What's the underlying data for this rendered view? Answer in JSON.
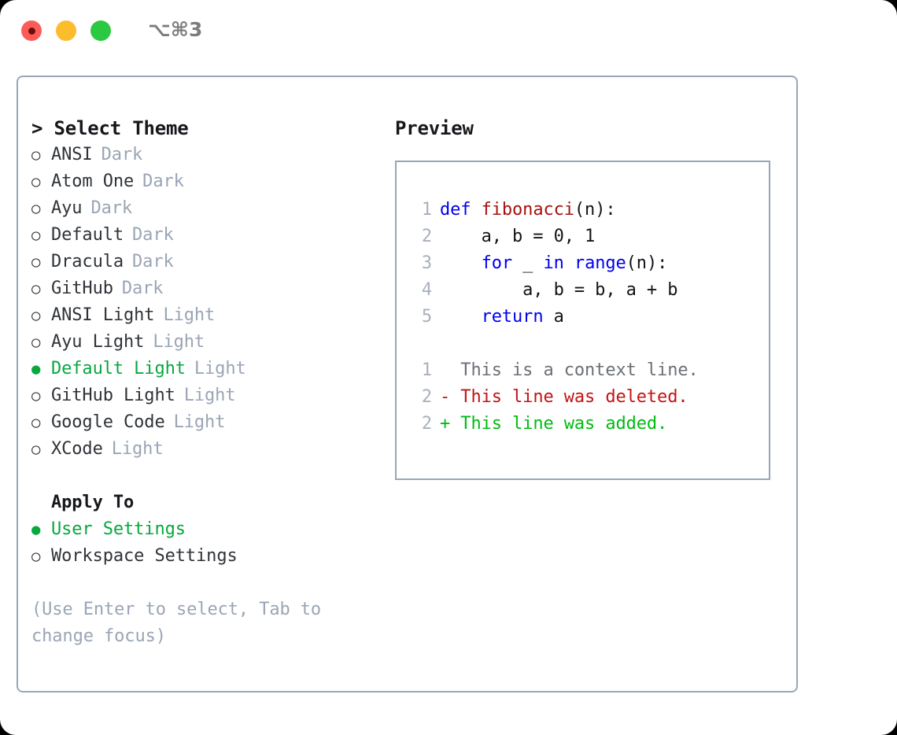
{
  "titlebar": {
    "shortcut": "⌥⌘3",
    "buttons": [
      {
        "name": "close",
        "color": "#fc5b57"
      },
      {
        "name": "minimize",
        "color": "#fdbc2c"
      },
      {
        "name": "maximize",
        "color": "#2bc941"
      }
    ]
  },
  "colors": {
    "accent_green": "#07a83e",
    "muted_gray": "#9aa5b5",
    "border": "#9aa5b8",
    "keyword_blue": "#0000ee",
    "function_red": "#a81111",
    "diff_delete": "#c21414",
    "diff_add": "#00bb11",
    "text": "#2f3338"
  },
  "theme_panel": {
    "header": "> Select Theme",
    "bullet_selected": "●",
    "bullet_unselected": "○",
    "items": [
      {
        "label": "ANSI",
        "mode": "Dark",
        "selected": false
      },
      {
        "label": "Atom One",
        "mode": "Dark",
        "selected": false
      },
      {
        "label": "Ayu",
        "mode": "Dark",
        "selected": false
      },
      {
        "label": "Default",
        "mode": "Dark",
        "selected": false
      },
      {
        "label": "Dracula",
        "mode": "Dark",
        "selected": false
      },
      {
        "label": "GitHub",
        "mode": "Dark",
        "selected": false
      },
      {
        "label": "ANSI Light",
        "mode": "Light",
        "selected": false
      },
      {
        "label": "Ayu Light",
        "mode": "Light",
        "selected": false
      },
      {
        "label": "Default Light",
        "mode": "Light",
        "selected": true
      },
      {
        "label": "GitHub Light",
        "mode": "Light",
        "selected": false
      },
      {
        "label": "Google Code",
        "mode": "Light",
        "selected": false
      },
      {
        "label": "XCode",
        "mode": "Light",
        "selected": false
      }
    ]
  },
  "apply_to": {
    "title": "Apply To",
    "options": [
      {
        "label": "User Settings",
        "selected": true
      },
      {
        "label": "Workspace Settings",
        "selected": false
      }
    ]
  },
  "hint": "(Use Enter to select, Tab to change focus)",
  "preview": {
    "title": "Preview",
    "code_lines": [
      {
        "number": "1",
        "tokens": [
          {
            "text": "def ",
            "type": "keyword"
          },
          {
            "text": "fibonacci",
            "type": "function"
          },
          {
            "text": "(n):",
            "type": "plain"
          }
        ]
      },
      {
        "number": "2",
        "tokens": [
          {
            "text": "    a, b = 0, 1",
            "type": "plain"
          }
        ]
      },
      {
        "number": "3",
        "tokens": [
          {
            "text": "    ",
            "type": "plain"
          },
          {
            "text": "for",
            "type": "keyword"
          },
          {
            "text": " _ ",
            "type": "plain"
          },
          {
            "text": "in",
            "type": "keyword"
          },
          {
            "text": " ",
            "type": "plain"
          },
          {
            "text": "range",
            "type": "keyword"
          },
          {
            "text": "(n):",
            "type": "plain"
          }
        ]
      },
      {
        "number": "4",
        "tokens": [
          {
            "text": "        a, b = b, a + b",
            "type": "plain"
          }
        ]
      },
      {
        "number": "5",
        "tokens": [
          {
            "text": "    ",
            "type": "plain"
          },
          {
            "text": "return",
            "type": "keyword"
          },
          {
            "text": " a",
            "type": "plain"
          }
        ]
      }
    ],
    "diff_lines": [
      {
        "number": "1",
        "marker": "  ",
        "text": "This is a context line.",
        "type": "context"
      },
      {
        "number": "2",
        "marker": "- ",
        "text": "This line was deleted.",
        "type": "delete"
      },
      {
        "number": "2",
        "marker": "+ ",
        "text": "This line was added.",
        "type": "add"
      }
    ]
  }
}
